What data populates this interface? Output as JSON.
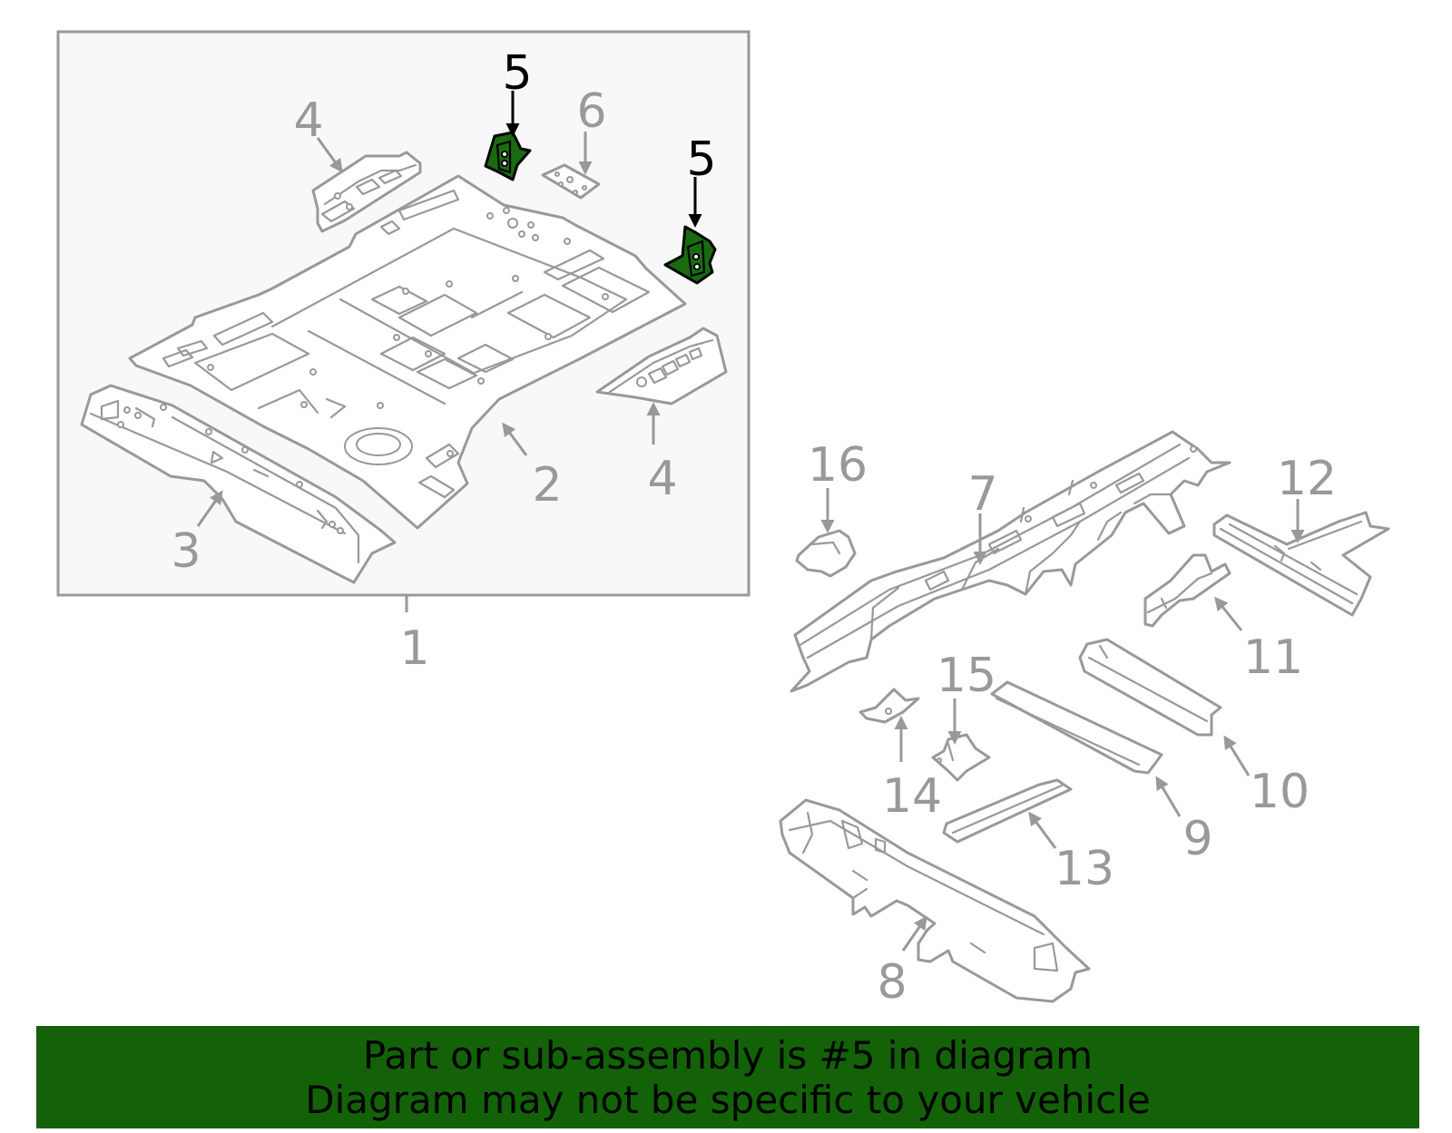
{
  "diagram": {
    "callouts": {
      "c1": "1",
      "c2": "2",
      "c3": "3",
      "c4a": "4",
      "c4b": "4",
      "c5a": "5",
      "c5b": "5",
      "c6": "6",
      "c7": "7",
      "c8": "8",
      "c9": "9",
      "c10": "10",
      "c11": "11",
      "c12": "12",
      "c13": "13",
      "c14": "14",
      "c15": "15",
      "c16": "16"
    },
    "highlighted_part": "5",
    "colors": {
      "line": "#999999",
      "highlight_fill": "#1a6b10",
      "highlight_stroke": "#000000",
      "box_fill": "#f8f8f8",
      "banner": "#136208"
    }
  },
  "banner": {
    "line1": "Part or sub-assembly is #5 in diagram",
    "line2": "Diagram may not be specific to your vehicle"
  }
}
